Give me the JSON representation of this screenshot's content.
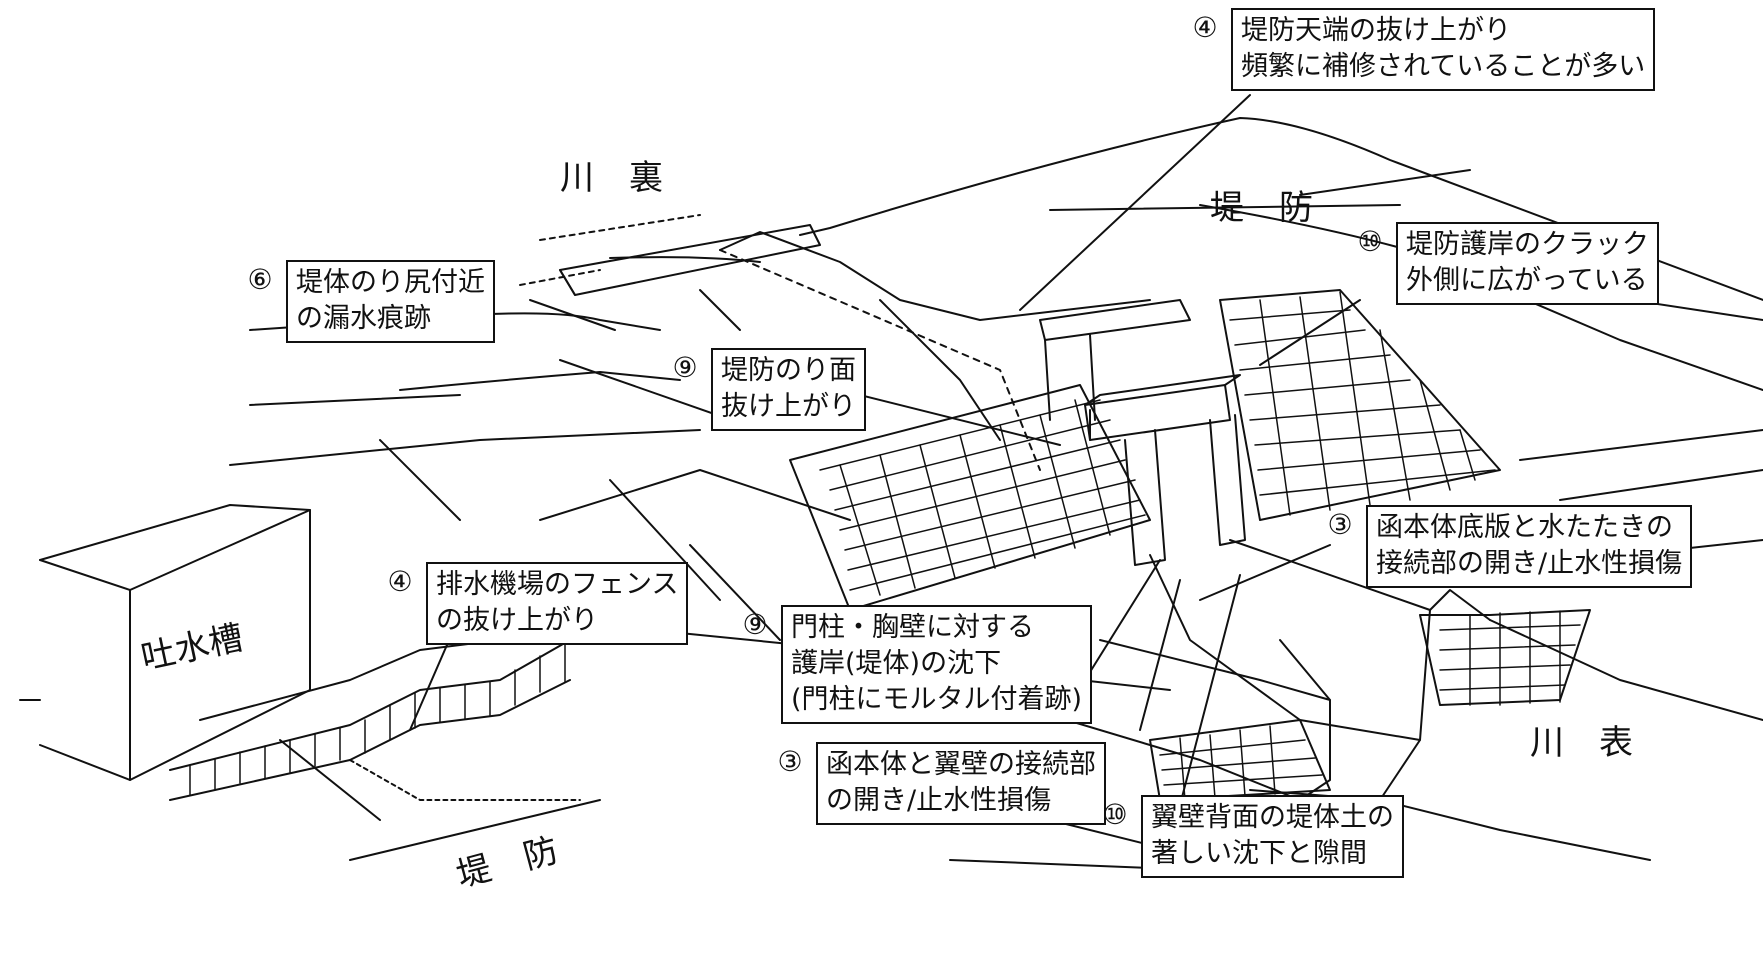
{
  "zones": {
    "kawaura": "川　裏",
    "teibo_top": "堤　防",
    "teibo_bottom": "堤　防",
    "kawaomote": "川　表",
    "tosuiso": "吐水槽"
  },
  "callouts": {
    "c4_crest": {
      "num": "④",
      "lines": [
        "堤防天端の抜け上がり",
        "頻繁に補修されていることが多い"
      ]
    },
    "c10_crack": {
      "num": "⑩",
      "lines": [
        "堤防護岸のクラック",
        "外側に広がっている"
      ]
    },
    "c6_leak": {
      "num": "⑥",
      "lines": [
        "堤体のり尻付近",
        "の漏水痕跡"
      ]
    },
    "c9_slope": {
      "num": "⑨",
      "lines": [
        "堤防のり面",
        "抜け上がり"
      ]
    },
    "c3_floor": {
      "num": "③",
      "lines": [
        "函本体底版と水たたきの",
        "接続部の開き/止水性損傷"
      ]
    },
    "c4_fence": {
      "num": "④",
      "lines": [
        "排水機場のフェンス",
        "の抜け上がり"
      ]
    },
    "c9_gate": {
      "num": "⑨",
      "lines": [
        "門柱・胸壁に対する",
        "護岸(堤体)の沈下",
        "(門柱にモルタル付着跡)"
      ]
    },
    "c3_wing": {
      "num": "③",
      "lines": [
        "函本体と翼壁の接続部",
        "の開き/止水性損傷"
      ]
    },
    "c10_settle": {
      "num": "⑩",
      "lines": [
        "翼壁背面の堤体土の",
        "著しい沈下と隙間"
      ]
    }
  }
}
